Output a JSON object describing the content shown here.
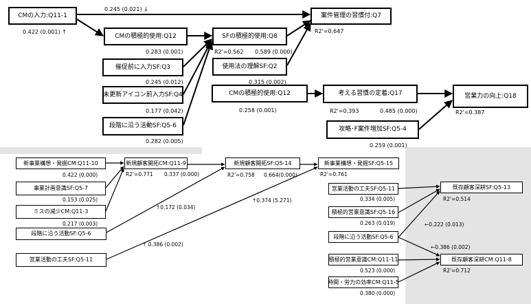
{
  "colors": {
    "line": "#000000",
    "background": "#ffffff",
    "panel_bg": "#e4e4e4"
  },
  "top": {
    "boxes": {
      "cm_input": "CMの入力:Q11-1",
      "case_mgmt": "案件管理の習慣付:Q7",
      "cm_active": "CMの積極的使用:Q12",
      "sf_active": "SFの積極的使用:Q8",
      "pre_input": "催促前に入力SF:Q3",
      "usage_understand": "使用法の理解SF:Q2",
      "update_icon": "未更新アイコン前入力SF:Q4",
      "staged": "段階に沿う活動SF:Q5-6"
    },
    "labels": {
      "l1": "0.245 (0.021) ↓",
      "l2": "0.422 (0.001) ↑",
      "l3": "R2'=0.647",
      "l4": "0.283 (0.001)",
      "l5": "R2'=0.562",
      "l6": "0.589 (0.000)",
      "l7": "0.245 (0.012)",
      "l8": "0.315 (0.002)",
      "l9": "0.177 (0.042)",
      "l10": "0.282 (0.005)"
    }
  },
  "mid": {
    "boxes": {
      "cm_active2": "CMの積極的使用:Q12",
      "thinking": "考える習慣の定着:Q17",
      "sales_power": "営業力の向上:Q18",
      "attack_f": "攻略･F案件増加SF:Q5-4"
    },
    "labels": {
      "m1": "0.258 (0.001)",
      "m2": "R2'=0.393",
      "m3": "0.485 (0.000)",
      "m4": "R2'=0.387",
      "m5": "0.259 (0.001)"
    }
  },
  "bottom": {
    "boxes": {
      "new_biz_cm": "新事業構想・発掘CM:Q11-10",
      "new_cust_cm": "新規顧客開拓CM:Q11-9",
      "new_cust_sf": "新規顧客開拓SF:Q5-14",
      "new_biz_sf": "新事業構想・発掘SF:Q5-15",
      "biz_plan": "事業計画意識SF:Q5-7",
      "reduce_miss": "ミスの減少CM:Q11-3",
      "staged2": "段階に沿う活動SF:Q5-6",
      "sales_ingenuity": "営業活動の工夫SF:Q5-11",
      "sales_ingenuity2": "営業活動の工夫SF:Q5-11",
      "exist_sf": "既存顧客深耕SF:Q5-13",
      "proactive_sf": "積極的営業意識SF:Q5-16",
      "staged3": "段階に沿う活動SF:Q5-6",
      "proactive_cm": "積極的営業意識CM:Q11-11",
      "exist_cm": "既存顧客深耕CM:Q11-8",
      "time_eff": "時間・労力の効率CM:Q11-5"
    },
    "labels": {
      "b1": "0.422 (0.000)",
      "b2": "R2'=0.771",
      "b3": "0.337 (0.000)",
      "b4": "R2'=0.758",
      "b5": "0.664(0.000)",
      "b6": "R2'=0.761",
      "b7": "0.153 (0.025)",
      "b8": "0.217 (0.003)",
      "b9": "↑0.172 (0.034)",
      "b10": "↑0.374 (5.271)",
      "b11": "↑ 0.386 (0.002)",
      "b12": "0.334 (0.005)",
      "b13": "R2'=0.514",
      "b14": "0.263 (0.019)",
      "b15": "←0.222 (0.013)",
      "b16": "←0.386 (0.002)",
      "b17": "0.523 (0.000)",
      "b18": "R2'=0.712",
      "b19": "0.380 (0.000)"
    }
  }
}
